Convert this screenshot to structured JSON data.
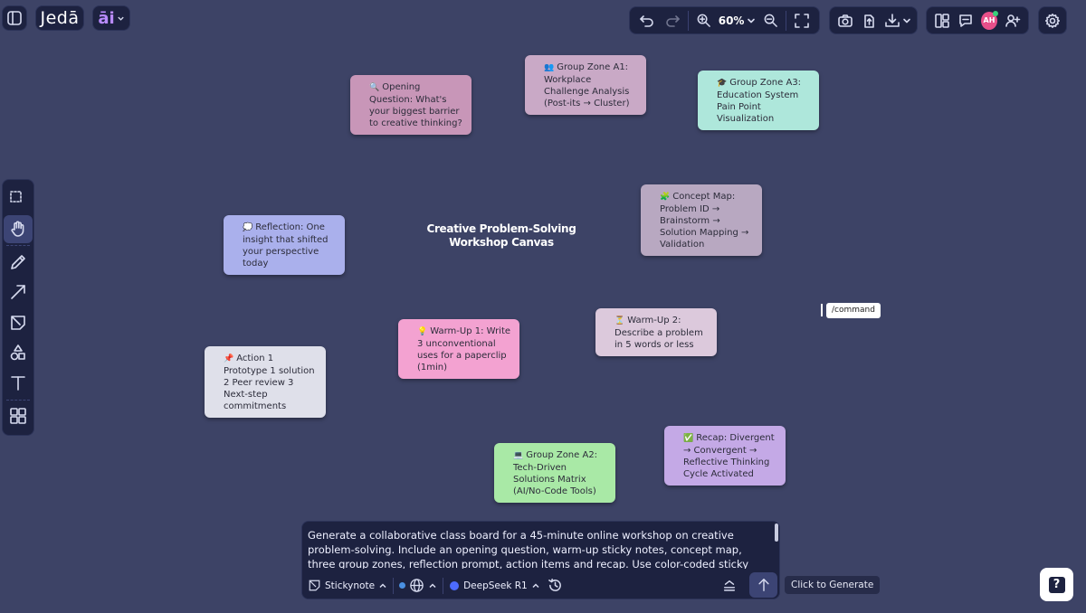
{
  "app": {
    "logo_text": "Jedā",
    "ai_label": "āi"
  },
  "topbar": {
    "zoom_level": "60%",
    "avatar_initials": "AH"
  },
  "canvas": {
    "title_line1": "Creative Problem-Solving",
    "title_line2": "Workshop Canvas",
    "notes": [
      {
        "emoji": "🔍",
        "text": "Opening Question: What's your biggest barrier to creative thinking?",
        "color": "#c896b8"
      },
      {
        "emoji": "👥",
        "text": "Group Zone A1: Workplace Challenge Analysis (Post-its → Cluster)",
        "color": "#c9a9c6"
      },
      {
        "emoji": "🎓",
        "text": "Group Zone A3: Education System Pain Point Visualization",
        "color": "#aee7db"
      },
      {
        "emoji": "🧩",
        "text": "Concept Map: Problem ID → Brainstorm → Solution Mapping → Validation",
        "color": "#b8a8c1"
      },
      {
        "emoji": "💭",
        "text": "Reflection: One insight that shifted your perspective today",
        "color": "#aab0ec"
      },
      {
        "emoji": "💡",
        "text": "Warm-Up 1: Write 3 unconventional uses for a paperclip (1min)",
        "color": "#f3a2d1"
      },
      {
        "emoji": "⏳",
        "text": "Warm-Up 2: Describe a problem in 5 words or less",
        "color": "#dcc9dc"
      },
      {
        "emoji": "📌",
        "text": "Action 1 Prototype 1 solution 2 Peer review 3 Next-step commitments",
        "color": "#dfe0ea"
      },
      {
        "emoji": "💻",
        "text": "Group Zone A2: Tech-Driven Solutions Matrix (AI/No-Code Tools)",
        "color": "#a9e9a6"
      },
      {
        "emoji": "✅",
        "text": "Recap: Divergent → Convergent → Reflective Thinking Cycle Activated",
        "color": "#c4a9e6"
      }
    ],
    "command_hint": "/command"
  },
  "prompt": {
    "text": "Generate a collaborative class board for a 45-minute online workshop on creative problem-solving. Include an opening question, warm-up sticky notes, concept map, three group zones, reflection prompt, action items and recap. Use color-coded sticky notes with emojis.",
    "element_type": "Stickynote",
    "model": "DeepSeek R1",
    "generate_tooltip": "Click to Generate"
  },
  "help": {
    "label": "?"
  }
}
